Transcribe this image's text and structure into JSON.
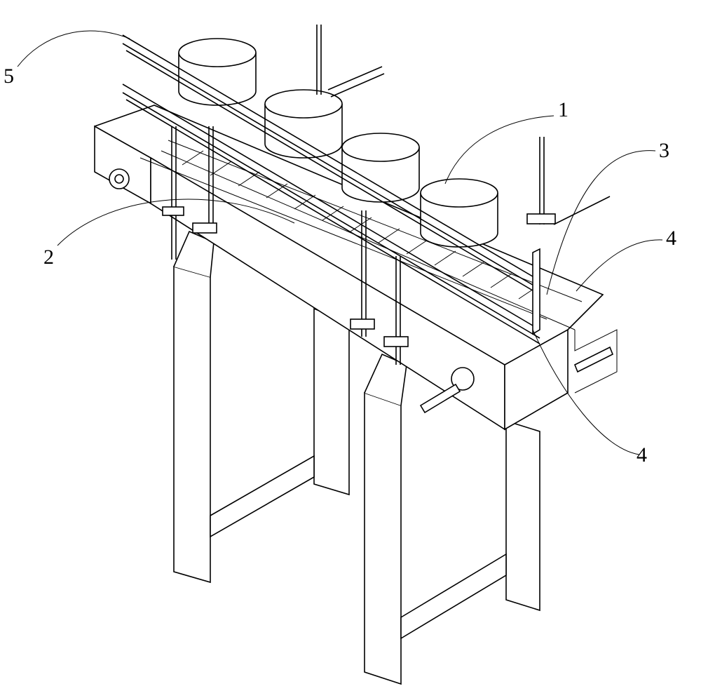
{
  "figure": {
    "labels": [
      {
        "id": "label-5",
        "text": "5"
      },
      {
        "id": "label-1",
        "text": "1"
      },
      {
        "id": "label-3",
        "text": "3"
      },
      {
        "id": "label-4-top",
        "text": "4"
      },
      {
        "id": "label-2",
        "text": "2"
      },
      {
        "id": "label-4-bottom",
        "text": "4"
      }
    ]
  }
}
